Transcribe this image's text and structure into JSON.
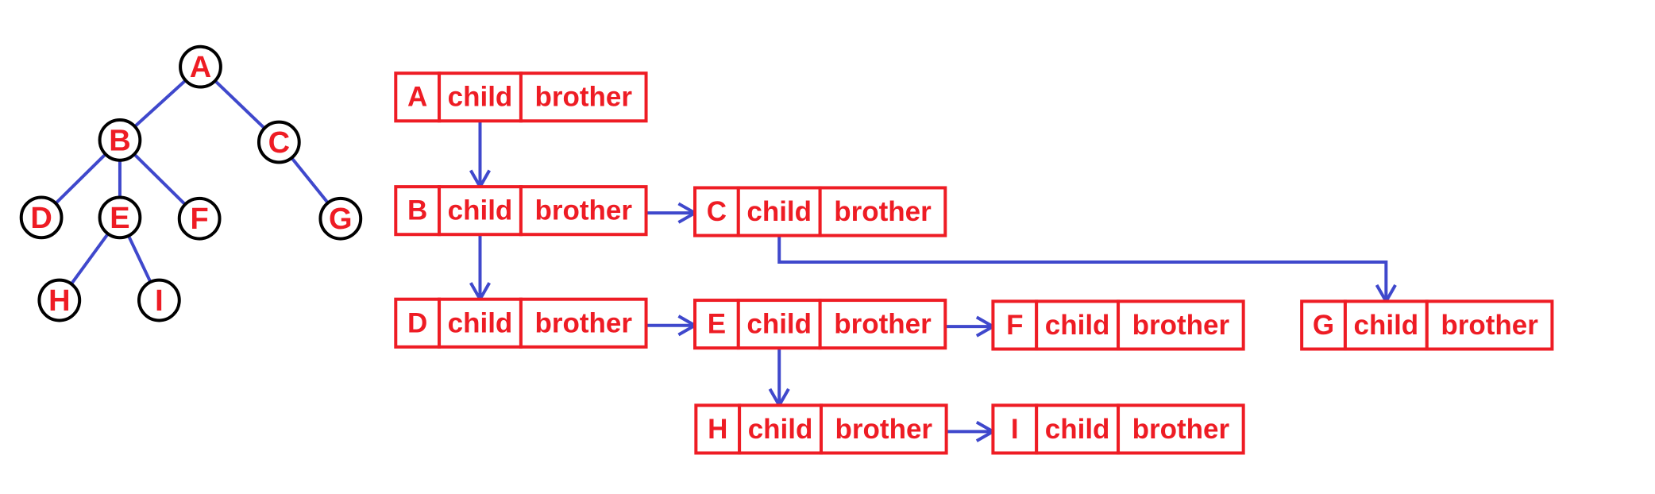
{
  "tree": {
    "nodes": [
      {
        "id": "A",
        "label": "A"
      },
      {
        "id": "B",
        "label": "B"
      },
      {
        "id": "C",
        "label": "C"
      },
      {
        "id": "D",
        "label": "D"
      },
      {
        "id": "E",
        "label": "E"
      },
      {
        "id": "F",
        "label": "F"
      },
      {
        "id": "G",
        "label": "G"
      },
      {
        "id": "H",
        "label": "H"
      },
      {
        "id": "I",
        "label": "I"
      }
    ],
    "edges": [
      [
        "A",
        "B"
      ],
      [
        "A",
        "C"
      ],
      [
        "B",
        "D"
      ],
      [
        "B",
        "E"
      ],
      [
        "B",
        "F"
      ],
      [
        "C",
        "G"
      ],
      [
        "E",
        "H"
      ],
      [
        "E",
        "I"
      ]
    ]
  },
  "records": {
    "child_label": "child",
    "brother_label": "brother",
    "items": [
      {
        "id": "A",
        "label": "A"
      },
      {
        "id": "B",
        "label": "B"
      },
      {
        "id": "C",
        "label": "C"
      },
      {
        "id": "D",
        "label": "D"
      },
      {
        "id": "E",
        "label": "E"
      },
      {
        "id": "F",
        "label": "F"
      },
      {
        "id": "G",
        "label": "G"
      },
      {
        "id": "H",
        "label": "H"
      },
      {
        "id": "I",
        "label": "I"
      }
    ],
    "links": [
      {
        "from": "A",
        "to": "B",
        "type": "child"
      },
      {
        "from": "B",
        "to": "C",
        "type": "brother"
      },
      {
        "from": "B",
        "to": "D",
        "type": "child"
      },
      {
        "from": "C",
        "to": "G",
        "type": "child"
      },
      {
        "from": "D",
        "to": "E",
        "type": "brother"
      },
      {
        "from": "E",
        "to": "F",
        "type": "brother"
      },
      {
        "from": "E",
        "to": "H",
        "type": "child"
      },
      {
        "from": "H",
        "to": "I",
        "type": "brother"
      }
    ]
  },
  "colors": {
    "text": "#ee1c24",
    "box_border": "#ee1c24",
    "arrow": "#3f48cc",
    "circle_border": "#000000"
  }
}
